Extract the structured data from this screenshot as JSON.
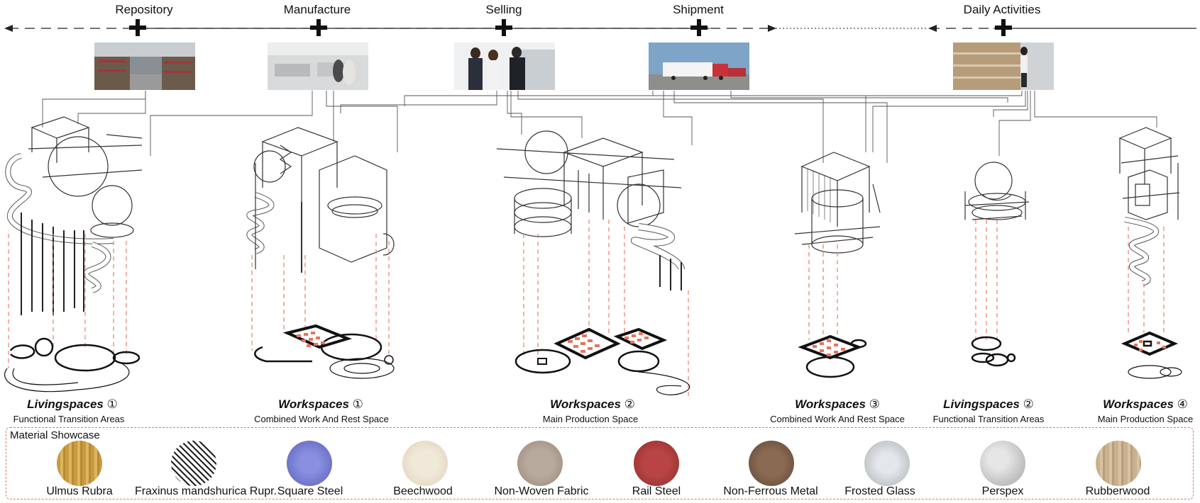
{
  "timeline": {
    "stages": [
      {
        "label": "Repository"
      },
      {
        "label": "Manufacture"
      },
      {
        "label": "Selling"
      },
      {
        "label": "Shipment"
      },
      {
        "label": "Daily Activities"
      }
    ]
  },
  "zones": [
    {
      "title": "Livingspaces",
      "number": "①",
      "subtitle": "Functional Transition Areas"
    },
    {
      "title": "Workspaces",
      "number": "①",
      "subtitle": "Combined Work And Rest Space"
    },
    {
      "title": "Workspaces",
      "number": "②",
      "subtitle": "Main Production Space"
    },
    {
      "title": "Workspaces",
      "number": "③",
      "subtitle": "Combined Work And Rest Space"
    },
    {
      "title": "Livingspaces",
      "number": "②",
      "subtitle": "Functional Transition Areas"
    },
    {
      "title": "Workspaces",
      "number": "④",
      "subtitle": "Main Production Space"
    }
  ],
  "materials": {
    "heading": "Material Showcase",
    "items": [
      {
        "label": "Ulmus Rubra",
        "color": "#d2a64a"
      },
      {
        "label": "Fraxinus mandshurica Rupr.",
        "color": "#8a8a8a"
      },
      {
        "label": "Square Steel",
        "color": "#6f74c8"
      },
      {
        "label": "Beechwood",
        "color": "#e6dcc8"
      },
      {
        "label": "Non-Woven Fabric",
        "color": "#a89a8c"
      },
      {
        "label": "Rail Steel",
        "color": "#a83a3a"
      },
      {
        "label": "Non-Ferrous Metal",
        "color": "#7a5a44"
      },
      {
        "label": "Frosted Glass",
        "color": "#c4c8cc"
      },
      {
        "label": "Perspex",
        "color": "#bdbdbd"
      },
      {
        "label": "Rubberwood",
        "color": "#c9b08e"
      }
    ]
  },
  "colors": {
    "accent_dashed": "#e8735a",
    "line": "#333333"
  }
}
